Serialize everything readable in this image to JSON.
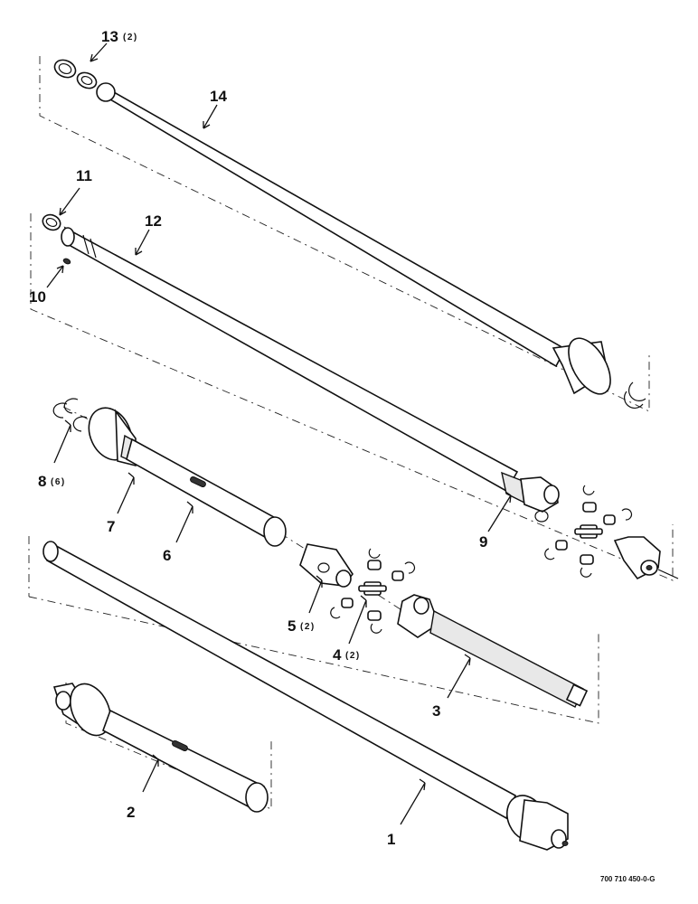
{
  "diagram": {
    "labels": [
      {
        "id": "1",
        "qty": ""
      },
      {
        "id": "2",
        "qty": ""
      },
      {
        "id": "3",
        "qty": ""
      },
      {
        "id": "4",
        "qty": "(2)"
      },
      {
        "id": "5",
        "qty": "(2)"
      },
      {
        "id": "6",
        "qty": ""
      },
      {
        "id": "7",
        "qty": ""
      },
      {
        "id": "8",
        "qty": "(6)"
      },
      {
        "id": "9",
        "qty": ""
      },
      {
        "id": "10",
        "qty": ""
      },
      {
        "id": "11",
        "qty": ""
      },
      {
        "id": "12",
        "qty": ""
      },
      {
        "id": "13",
        "qty": "(2)"
      },
      {
        "id": "14",
        "qty": ""
      }
    ],
    "document_number": "700 710 450-0-G"
  }
}
